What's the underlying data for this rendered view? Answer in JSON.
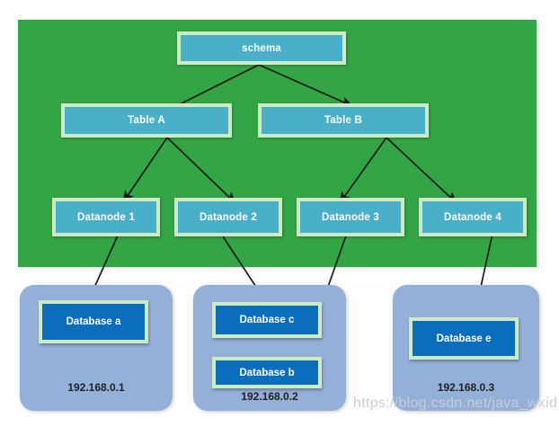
{
  "diagram": {
    "title": "schema-table-datanode-database sharding topology",
    "colors": {
      "green_panel": "#33a544",
      "teal_node": "#4aafc8",
      "node_border": "#cdebc4",
      "host_panel": "#94b0d8",
      "database_box": "#0a6ebd",
      "arrow": "#1a1a1a",
      "ip_text": "#1d2026",
      "watermark": "#c9cdd4",
      "background": "#ffffff"
    },
    "schema": {
      "label": "schema"
    },
    "tables": [
      {
        "label": "Table A"
      },
      {
        "label": "Table B"
      }
    ],
    "datanodes": [
      {
        "label": "Datanode 1"
      },
      {
        "label": "Datanode 2"
      },
      {
        "label": "Datanode 3"
      },
      {
        "label": "Datanode 4"
      }
    ],
    "hosts": [
      {
        "ip": "192.168.0.1",
        "databases": [
          {
            "label": "Database a"
          }
        ]
      },
      {
        "ip": "192.168.0.2",
        "databases": [
          {
            "label": "Database c"
          },
          {
            "label": "Database b"
          }
        ]
      },
      {
        "ip": "192.168.0.3",
        "databases": [
          {
            "label": "Database e"
          }
        ]
      }
    ],
    "edges": [
      {
        "from": "schema",
        "to": "Table A"
      },
      {
        "from": "schema",
        "to": "Table B"
      },
      {
        "from": "Table A",
        "to": "Datanode 1"
      },
      {
        "from": "Table A",
        "to": "Datanode 2"
      },
      {
        "from": "Table B",
        "to": "Datanode 3"
      },
      {
        "from": "Table B",
        "to": "Datanode 4"
      },
      {
        "from": "Datanode 1",
        "to": "Database a"
      },
      {
        "from": "Datanode 2",
        "to": "Database c"
      },
      {
        "from": "Datanode 3",
        "to": "Database b"
      },
      {
        "from": "Datanode 4",
        "to": "Database e"
      }
    ],
    "watermark": "https://blog.csdn.net/java_wxid"
  }
}
